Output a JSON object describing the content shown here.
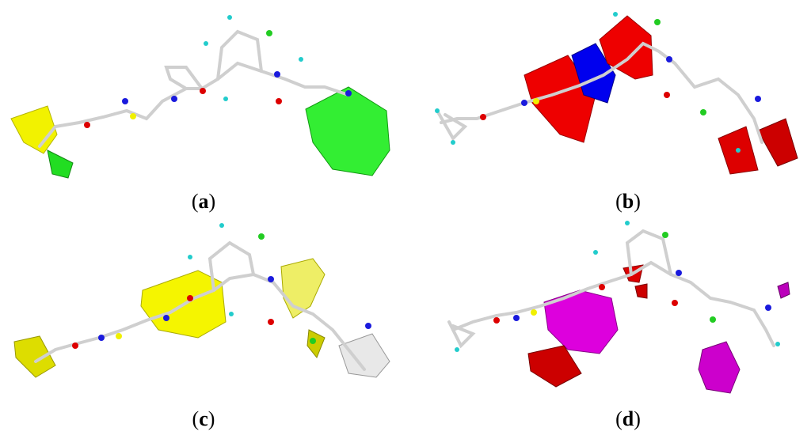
{
  "panels": [
    {
      "id": "a",
      "label_open": "(",
      "label_letter": "a",
      "label_close": ")",
      "field": "steric-contour",
      "colors": [
        "#ffff00",
        "#22ee22"
      ]
    },
    {
      "id": "b",
      "label_open": "(",
      "label_letter": "b",
      "label_close": ")",
      "field": "electrostatic-contour",
      "colors": [
        "#ff0000",
        "#0000ee"
      ]
    },
    {
      "id": "c",
      "label_open": "(",
      "label_letter": "c",
      "label_close": ")",
      "field": "hydrophobic-contour",
      "colors": [
        "#ffff00",
        "#dddddd"
      ]
    },
    {
      "id": "d",
      "label_open": "(",
      "label_letter": "d",
      "label_close": ")",
      "field": "hbond-contour",
      "colors": [
        "#dd00dd",
        "#cc0000"
      ]
    }
  ]
}
